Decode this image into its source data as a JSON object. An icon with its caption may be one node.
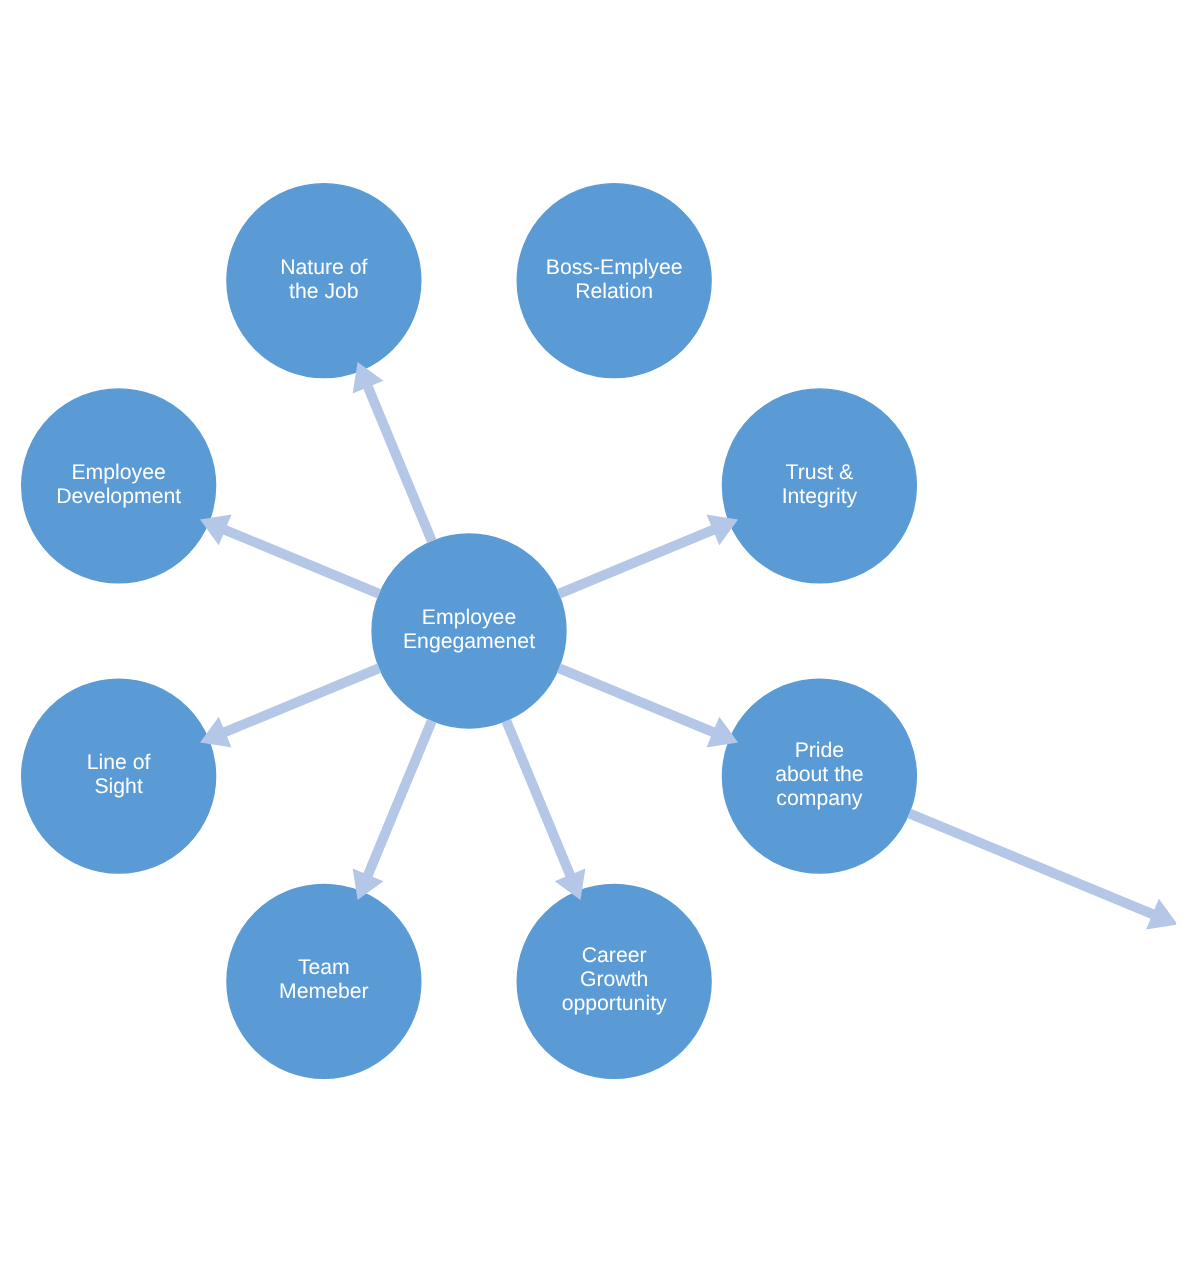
{
  "diagram": {
    "nodes": [
      {
        "text": [
          "Trust & Integrity"
        ]
      },
      {
        "text": [
          "Boss-Emplyee Relation"
        ]
      },
      {
        "text": [
          "Nature of the Job"
        ]
      },
      {
        "text": [
          "Employee Engegamenet"
        ]
      },
      {
        "text": [
          "Employee Development"
        ]
      },
      {
        "text": [
          "Line of Sight"
        ]
      },
      {
        "text": [
          "Team Memeber"
        ]
      },
      {
        "text": [
          "Career Growth opportunity"
        ]
      },
      {
        "text": [
          "Pride about the company"
        ]
      }
    ],
    "edges": [
      {
        "from": 3,
        "to": 0,
        "arrow": "to"
      },
      {
        "from": 3,
        "to": 2,
        "arrow": "to"
      },
      {
        "from": 3,
        "to": 5,
        "arrow": "to"
      },
      {
        "from": 3,
        "to": 7,
        "arrow": "to"
      },
      {
        "from": 3,
        "to": 8,
        "arrow": "to"
      },
      {
        "from": 3,
        "to": 6,
        "arrow": "to"
      },
      {
        "from": 3,
        "to": 4,
        "arrow": "to"
      },
      {
        "from": 8,
        "to": null,
        "arrow": "to"
      }
    ]
  }
}
